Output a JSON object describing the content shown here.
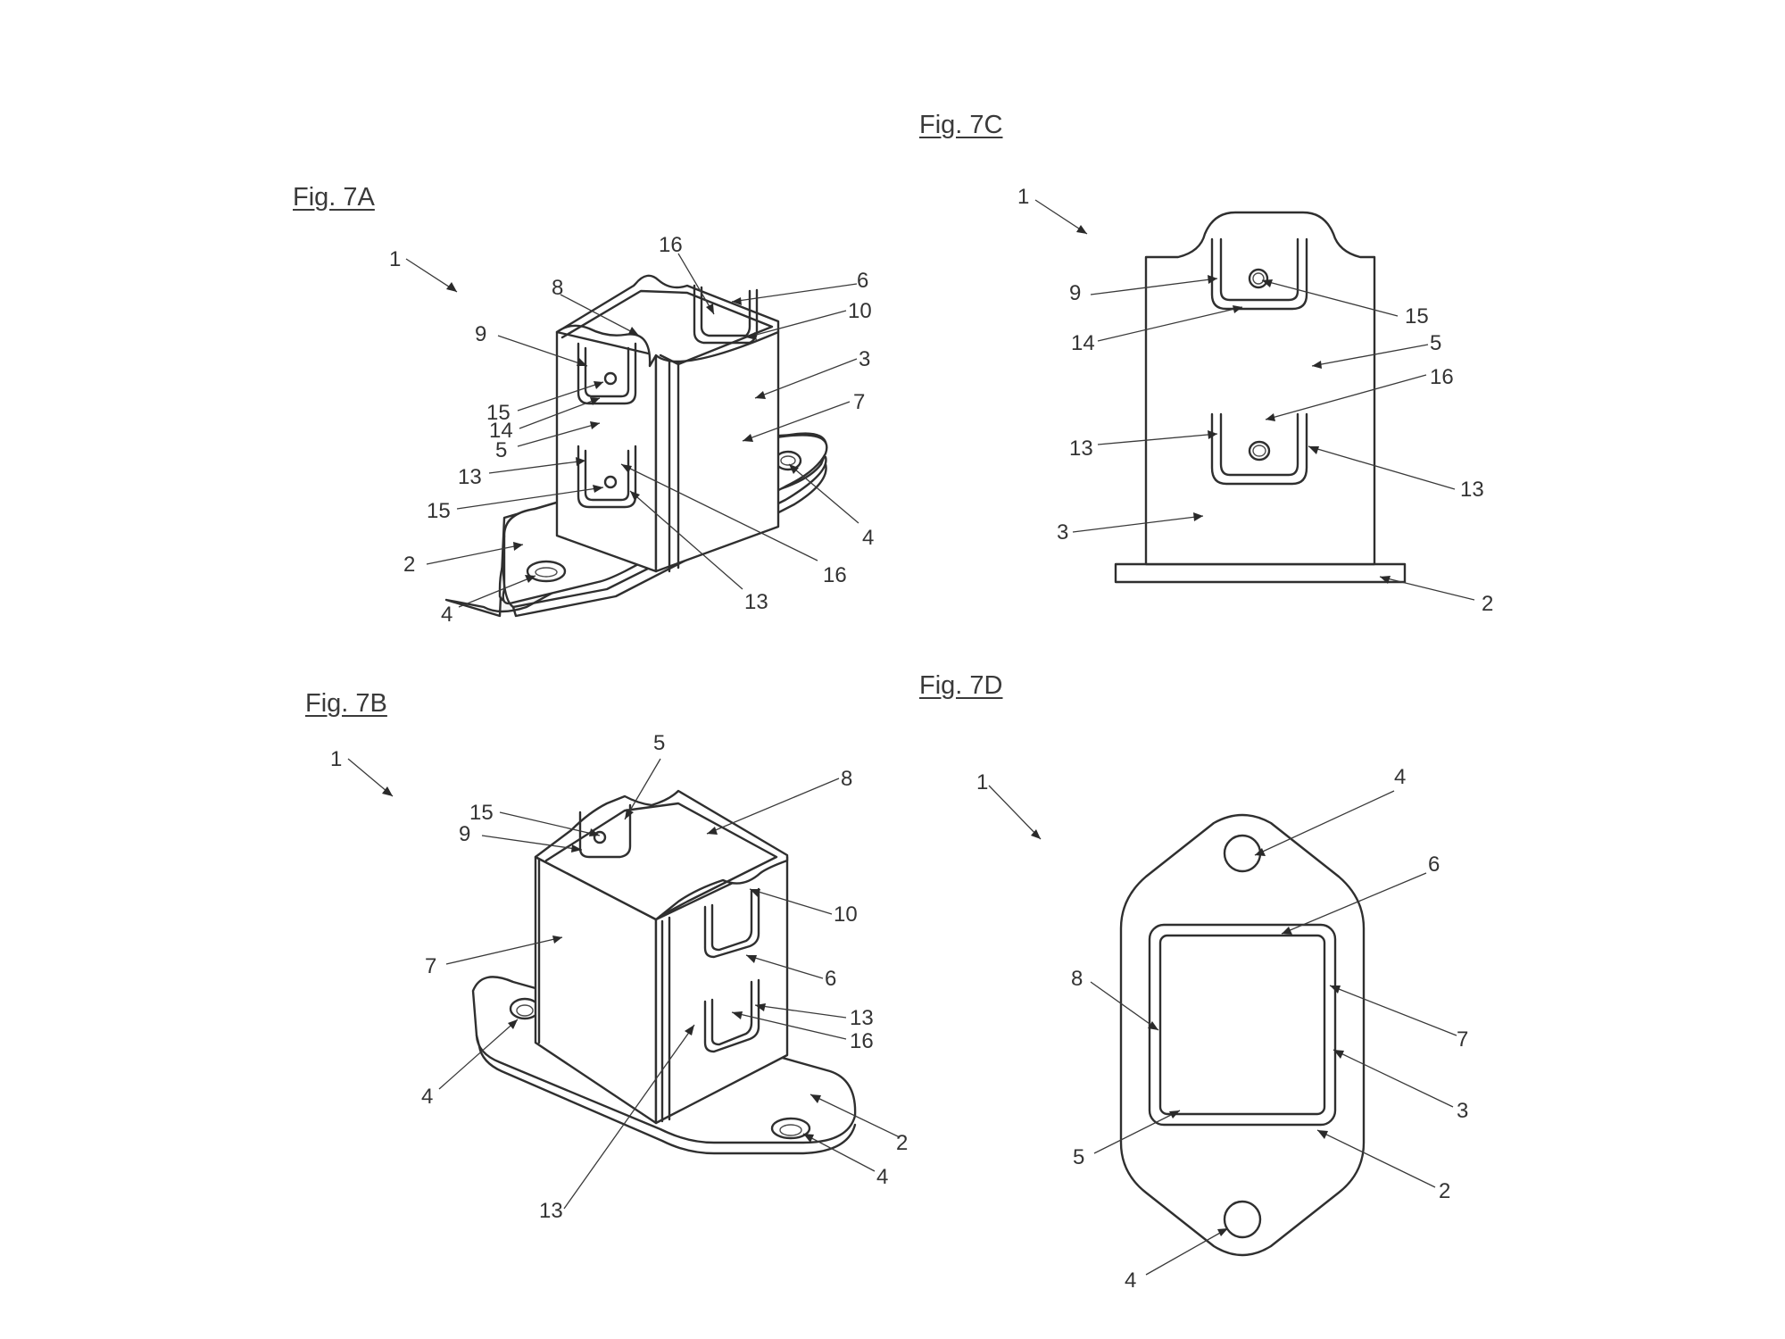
{
  "figures": {
    "fig_7a": {
      "title": "Fig. 7A",
      "labels": [
        "1",
        "16",
        "6",
        "8",
        "10",
        "9",
        "3",
        "15",
        "7",
        "14",
        "5",
        "13",
        "15",
        "2",
        "16",
        "4",
        "13",
        "4"
      ]
    },
    "fig_7b": {
      "title": "Fig. 7B",
      "labels": [
        "1",
        "5",
        "8",
        "15",
        "9",
        "10",
        "7",
        "6",
        "13",
        "16",
        "4",
        "2",
        "4",
        "13"
      ]
    },
    "fig_7c": {
      "title": "Fig. 7C",
      "labels": [
        "1",
        "9",
        "15",
        "14",
        "5",
        "16",
        "13",
        "13",
        "3",
        "2"
      ]
    },
    "fig_7d": {
      "title": "Fig. 7D",
      "labels": [
        "1",
        "4",
        "6",
        "8",
        "7",
        "3",
        "5",
        "2",
        "4"
      ]
    }
  }
}
